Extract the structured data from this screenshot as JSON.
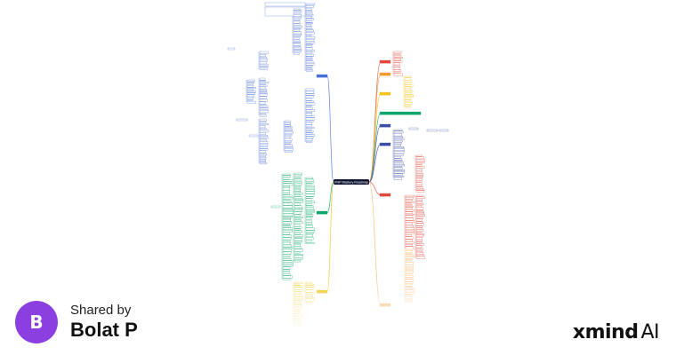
{
  "map": {
    "central_topic": "PHP Mastery Roadmap",
    "colors": {
      "blue": "#4a6fd6",
      "red": "#e0483c",
      "orange": "#f29a2e",
      "yellow": "#f3c21b",
      "green": "#11a66b",
      "teal": "#11a66b",
      "navy": "#3a4ea8",
      "peach": "#f6b26b",
      "central": "#0f1530"
    }
  },
  "sharer": {
    "label": "Shared by",
    "name": "Bolat P",
    "initial": "B",
    "avatar_color": "#8b3fe0"
  },
  "logo": {
    "brand": "xmind",
    "suffix": "AI"
  }
}
